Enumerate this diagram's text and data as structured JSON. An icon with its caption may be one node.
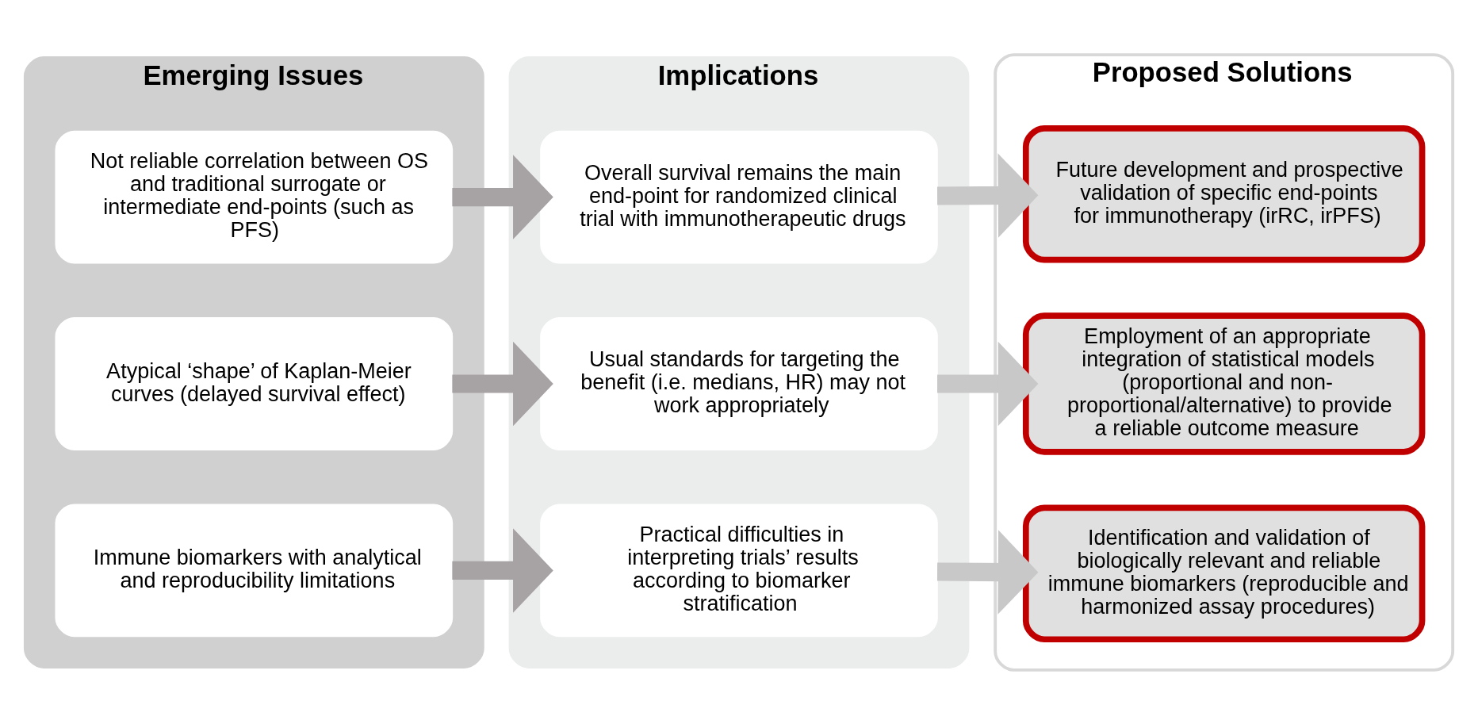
{
  "diagram": {
    "nodes": [
      {
        "text": [
          "Emerging Issues"
        ]
      },
      {
        "text": [
          "Not reliable correlation between OS and traditional surrogate or intermediate end-points (such as PFS)"
        ],
        "in": 0
      },
      {
        "text": [
          "Atypical ‘shape’ of Kaplan-Meier curves (delayed survival effect)"
        ],
        "in": 0
      },
      {
        "text": [
          "Immune biomarkers with analytical and reproducibility limitations"
        ],
        "in": 0
      },
      {
        "text": [
          "Implications"
        ]
      },
      {
        "text": [
          "Overall survival remains the main end-point for randomized clinical trial with immunotherapeutic drugs"
        ],
        "in": 4
      },
      {
        "text": [
          "Usual standards for targeting the benefit (i.e. medians, HR) may not work appropriately"
        ],
        "in": 4
      },
      {
        "text": [
          "Practical difficulties in interpreting trials’ results according to biomarker stratification"
        ],
        "in": 4
      },
      {
        "text": [
          "Proposed Solutions"
        ]
      },
      {
        "text": [
          "Future development and prospective validation of specific end-points for immunotherapy (irRC, irPFS)"
        ],
        "in": 8
      },
      {
        "text": [
          "Employment of an appropriate integration of statistical models (proportional and non-proportional/alternative) to provide a reliable outcome measure"
        ],
        "in": 8
      },
      {
        "text": [
          "Identification and validation of biologically relevant and reliable immune biomarkers (reproducible and harmonized assay procedures)"
        ],
        "in": 8
      }
    ],
    "edges": [
      {
        "from": 1,
        "to": 5,
        "arrow": "to"
      },
      {
        "from": 2,
        "to": 6,
        "arrow": "to"
      },
      {
        "from": 3,
        "to": 7,
        "arrow": "to"
      },
      {
        "from": 5,
        "to": 9,
        "arrow": "to",
        "color": "#c8c8c8"
      },
      {
        "from": 6,
        "to": 10,
        "arrow": "to",
        "color": "#c8c8c8"
      },
      {
        "from": 7,
        "to": 11,
        "arrow": "to",
        "color": "#c8c8c8"
      }
    ]
  }
}
